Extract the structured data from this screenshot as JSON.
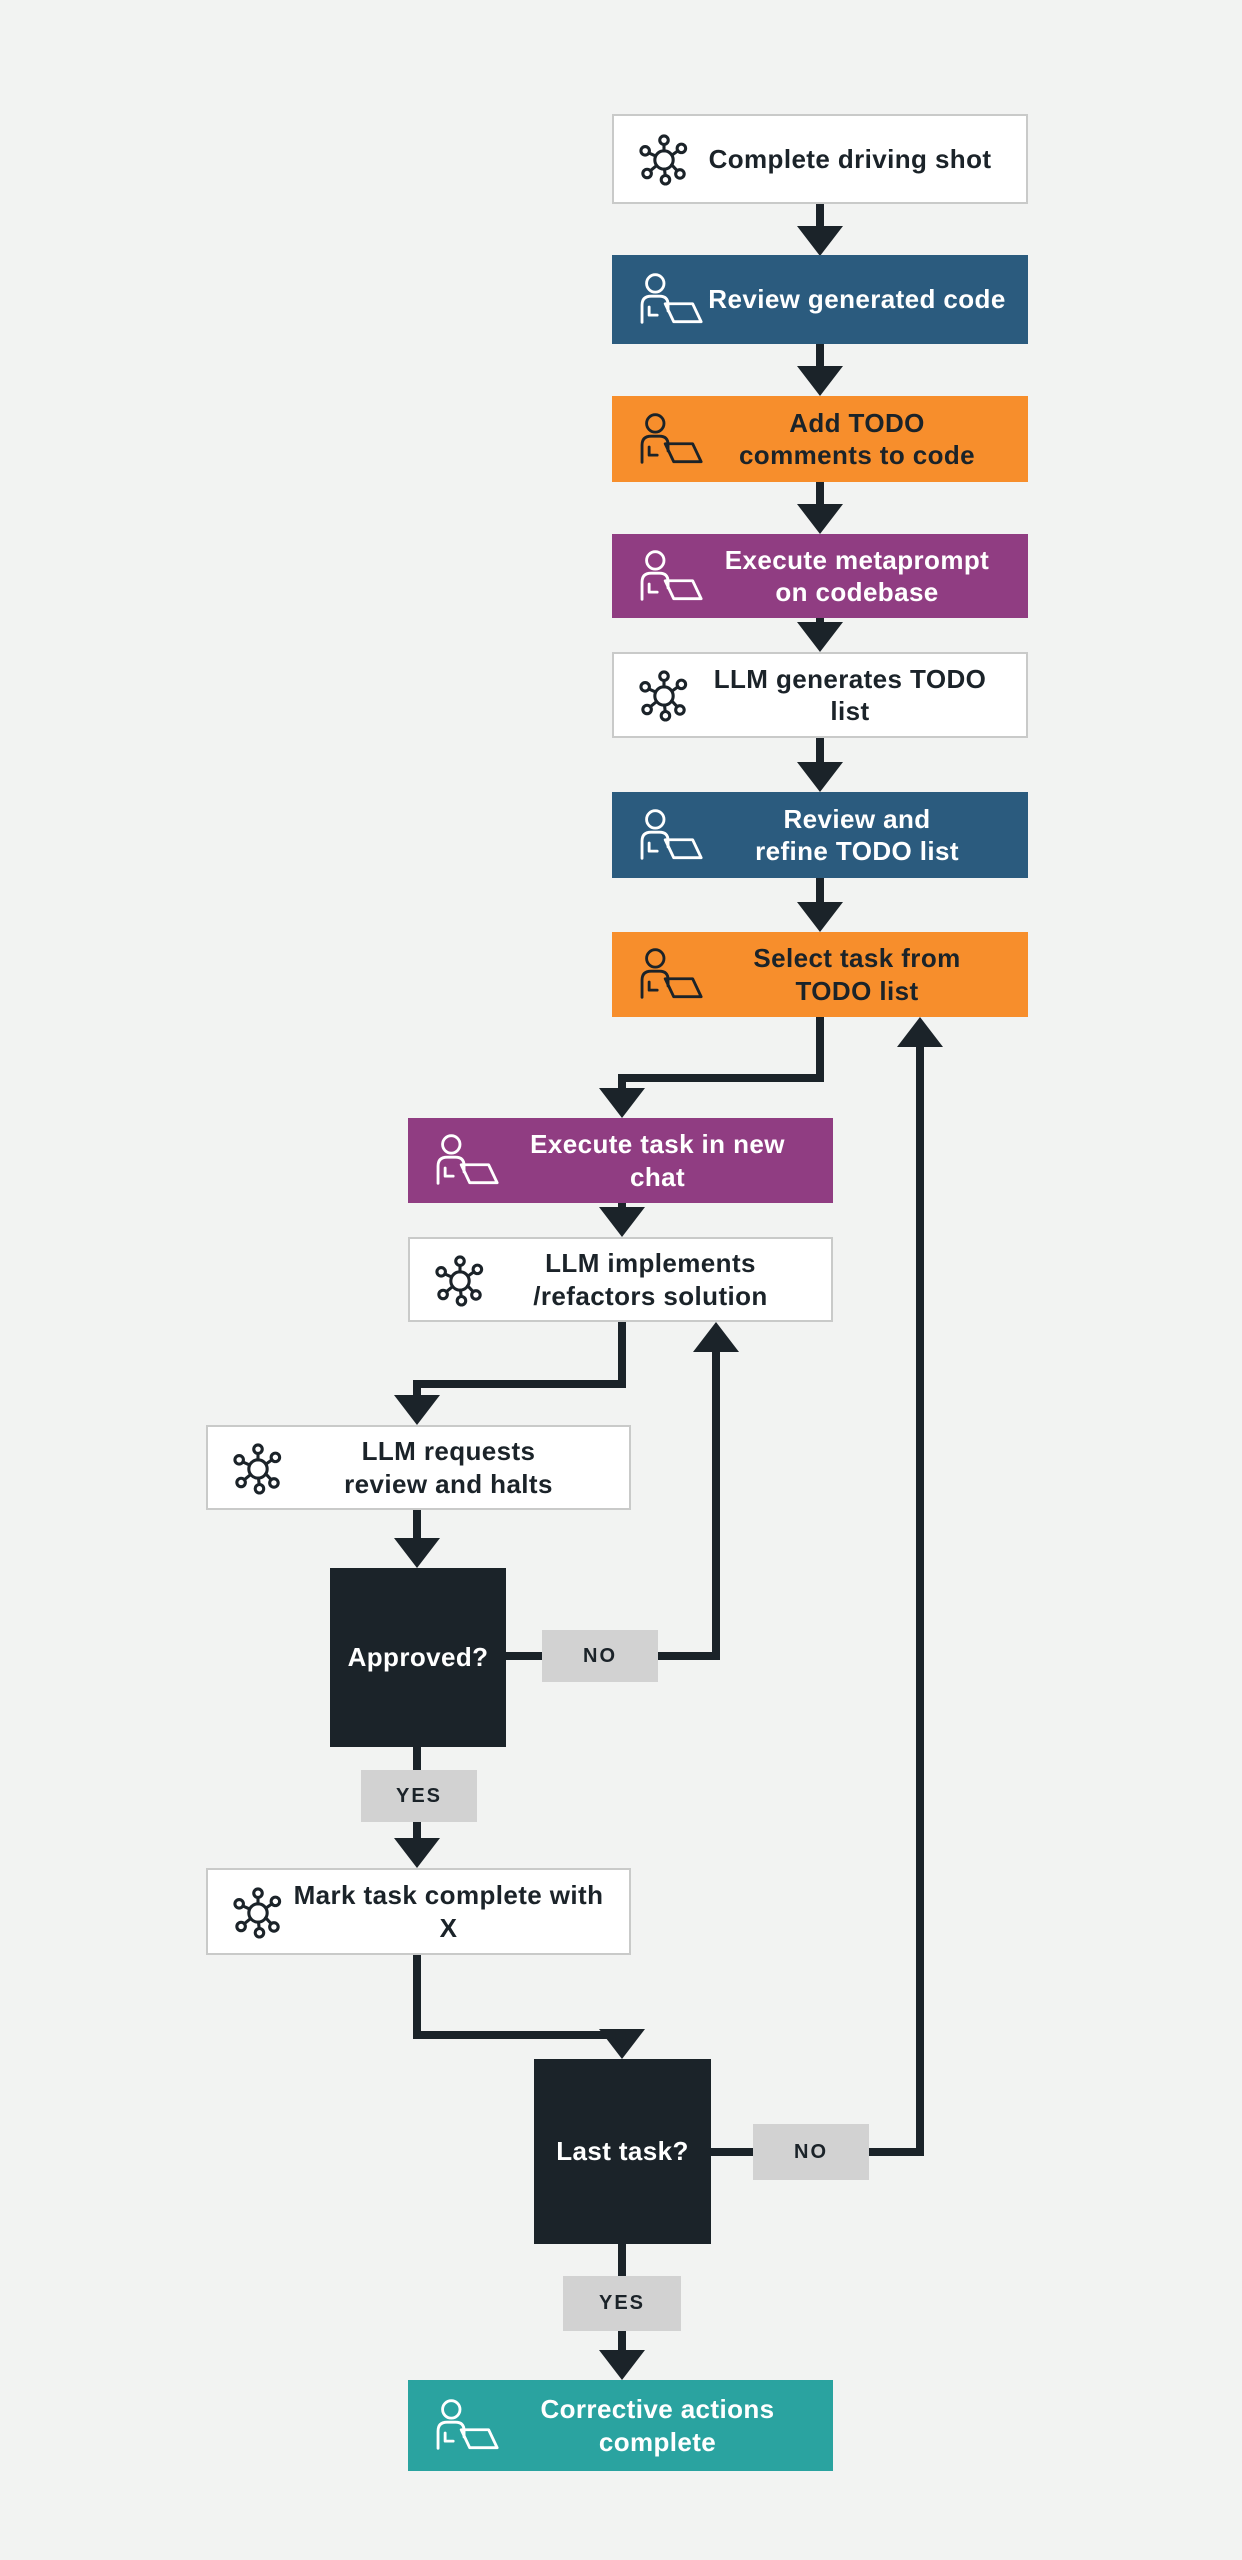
{
  "palette": {
    "background": "#f2f3f2",
    "line": "#1b2329",
    "blue": "#2b5b7e",
    "orange": "#f78e2c",
    "purple": "#903d82",
    "black": "#1b2329",
    "teal": "#2aa3a0",
    "white_box": "#ffffff",
    "box_border": "#c9cac9",
    "label_bg": "#d2d2d2",
    "text_dark": "#1b2329",
    "text_light": "#ffffff"
  },
  "nodes": [
    {
      "id": "complete-driving-shot",
      "label": "Complete driving shot",
      "variant": "white",
      "icon": "llm-network"
    },
    {
      "id": "review-generated-code",
      "label": "Review generated code",
      "variant": "blue",
      "icon": "person-laptop"
    },
    {
      "id": "add-todo-comments",
      "label": "Add TODO\ncomments to code",
      "variant": "orange",
      "icon": "person-laptop"
    },
    {
      "id": "execute-metaprompt",
      "label": "Execute metaprompt\non codebase",
      "variant": "purple",
      "icon": "person-laptop"
    },
    {
      "id": "llm-generates-todo-list",
      "label": "LLM generates TODO list",
      "variant": "white",
      "icon": "llm-network"
    },
    {
      "id": "review-refine-todo-list",
      "label": "Review and\nrefine TODO list",
      "variant": "blue",
      "icon": "person-laptop"
    },
    {
      "id": "select-task-from-todo-list",
      "label": "Select task from\nTODO list",
      "variant": "orange",
      "icon": "person-laptop"
    },
    {
      "id": "execute-task-in-new-chat",
      "label": "Execute task in new chat",
      "variant": "purple",
      "icon": "person-laptop"
    },
    {
      "id": "llm-implements-refactors",
      "label": "LLM implements\n/refactors solution",
      "variant": "white",
      "icon": "llm-network"
    },
    {
      "id": "llm-requests-review-halts",
      "label": "LLM requests\nreview and halts",
      "variant": "white",
      "icon": "llm-network"
    },
    {
      "id": "decision-approved",
      "label": "Approved?",
      "variant": "black",
      "icon": "none"
    },
    {
      "id": "mark-task-complete",
      "label": "Mark task complete with X",
      "variant": "white",
      "icon": "llm-network"
    },
    {
      "id": "decision-last-task",
      "label": "Last task?",
      "variant": "black",
      "icon": "none"
    },
    {
      "id": "corrective-actions-complete",
      "label": "Corrective actions\ncomplete",
      "variant": "teal",
      "icon": "person-laptop"
    }
  ],
  "edge_labels": {
    "approved_no": "NO",
    "approved_yes": "YES",
    "last_task_no": "NO",
    "last_task_yes": "YES"
  }
}
